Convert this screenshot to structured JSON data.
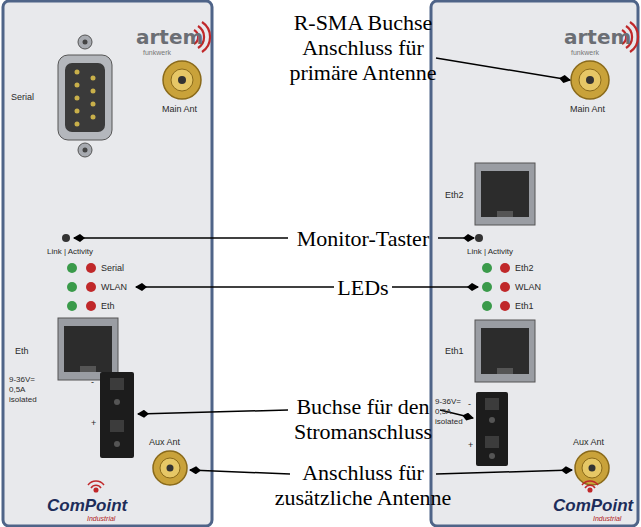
{
  "diagram": {
    "nodes": [
      {
        "text": [
          "artem",
          "funkwerk",
          "Serial",
          "Main Ant",
          "Link | Activity",
          "Serial",
          "WLAN",
          "Eth",
          "Eth",
          "9-36V= 0,5A isolated",
          "-",
          "+",
          "Aux Ant",
          "ComPoint",
          "Industrial"
        ]
      },
      {
        "text": [
          "artem",
          "funkwerk",
          "Main Ant",
          "Eth2",
          "Link | Activity",
          "Eth2",
          "WLAN",
          "Eth1",
          "Eth1",
          "9-36V= 0,5A isolated",
          "-",
          "+",
          "Aux Ant",
          "ComPoint",
          "Industrial"
        ]
      }
    ],
    "labels": [
      "R-SMA Buchse Anschluss für primäre Antenne",
      "Monitor-Taster",
      "LEDs",
      "Buchse für den Stromanschluss",
      "Anschluss für zusätzliche Antenne"
    ]
  }
}
